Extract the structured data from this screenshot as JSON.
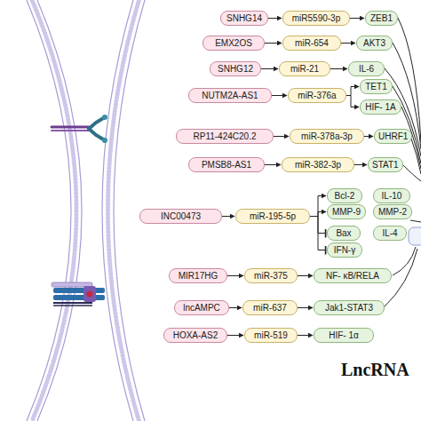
{
  "diagram": {
    "nodes": [
      {
        "text": [
          "SNHG14"
        ]
      },
      {
        "text": [
          "miR5590-3p"
        ]
      },
      {
        "text": [
          "ZEB1"
        ]
      },
      {
        "text": [
          "EMX2OS"
        ]
      },
      {
        "text": [
          "miR-654"
        ]
      },
      {
        "text": [
          "AKT3"
        ]
      },
      {
        "text": [
          "SNHG12"
        ]
      },
      {
        "text": [
          "miR-21"
        ]
      },
      {
        "text": [
          "IL-6"
        ]
      },
      {
        "text": [
          "NUTM2A-AS1"
        ]
      },
      {
        "text": [
          "miR-376a"
        ]
      },
      {
        "text": [
          "TET1"
        ]
      },
      {
        "text": [
          "HIF- 1A"
        ]
      },
      {
        "text": [
          "RP11-424C20.2"
        ]
      },
      {
        "text": [
          "miR-378a-3p"
        ]
      },
      {
        "text": [
          "UHRF1"
        ]
      },
      {
        "text": [
          "PMSB8-AS1"
        ]
      },
      {
        "text": [
          "miR-382-3p"
        ]
      },
      {
        "text": [
          "STAT1"
        ]
      },
      {
        "text": [
          "INC00473"
        ]
      },
      {
        "text": [
          "miR-195-5p"
        ]
      },
      {
        "text": [
          "Bcl-2"
        ]
      },
      {
        "text": [
          "IL-10"
        ]
      },
      {
        "text": [
          "MMP-9"
        ]
      },
      {
        "text": [
          "MMP-2"
        ]
      },
      {
        "text": [
          "Bax"
        ]
      },
      {
        "text": [
          "IL-4"
        ]
      },
      {
        "text": [
          "IFN-γ"
        ]
      },
      {
        "text": [
          "MIR17HG"
        ]
      },
      {
        "text": [
          "miR-375"
        ]
      },
      {
        "text": [
          "NF- κB/RELA"
        ]
      },
      {
        "text": [
          "lncAMPC"
        ]
      },
      {
        "text": [
          "miR-637"
        ]
      },
      {
        "text": [
          "Jak1-STAT3"
        ]
      },
      {
        "text": [
          "HOXA-AS2"
        ]
      },
      {
        "text": [
          "miR-519"
        ]
      },
      {
        "text": [
          "HIF- 1α"
        ]
      }
    ],
    "edges": [
      {
        "from": 0,
        "to": 1,
        "arrow": "to"
      },
      {
        "from": 1,
        "to": 2,
        "arrow": "to"
      },
      {
        "from": 3,
        "to": 4,
        "arrow": "to"
      },
      {
        "from": 4,
        "to": 5,
        "arrow": "to"
      },
      {
        "from": 6,
        "to": 7,
        "arrow": "to"
      },
      {
        "from": 7,
        "to": 8,
        "arrow": "to"
      },
      {
        "from": 9,
        "to": 10,
        "arrow": "to"
      },
      {
        "from": 10,
        "to": 11,
        "arrow": "to"
      },
      {
        "from": 10,
        "to": 12,
        "arrow": "to"
      },
      {
        "from": 13,
        "to": 14,
        "arrow": "to"
      },
      {
        "from": 14,
        "to": 15,
        "arrow": "to"
      },
      {
        "from": 16,
        "to": 17,
        "arrow": "to"
      },
      {
        "from": 17,
        "to": 18,
        "arrow": "to"
      },
      {
        "from": 19,
        "to": 20,
        "arrow": "to"
      },
      {
        "from": 20,
        "to": 21,
        "arrow": "to"
      },
      {
        "from": 20,
        "to": 23,
        "arrow": "to"
      },
      {
        "from": 20,
        "to": 25,
        "arrow": "to"
      },
      {
        "from": 20,
        "to": 27,
        "arrow": "to"
      },
      {
        "from": 28,
        "to": 29,
        "arrow": "to"
      },
      {
        "from": 29,
        "to": 30,
        "arrow": "to"
      },
      {
        "from": 31,
        "to": 32,
        "arrow": "to"
      },
      {
        "from": 32,
        "to": 33,
        "arrow": "to"
      },
      {
        "from": 34,
        "to": 35,
        "arrow": "to"
      },
      {
        "from": 35,
        "to": 36,
        "arrow": "to"
      }
    ],
    "labels": [
      "LncRNA"
    ]
  }
}
